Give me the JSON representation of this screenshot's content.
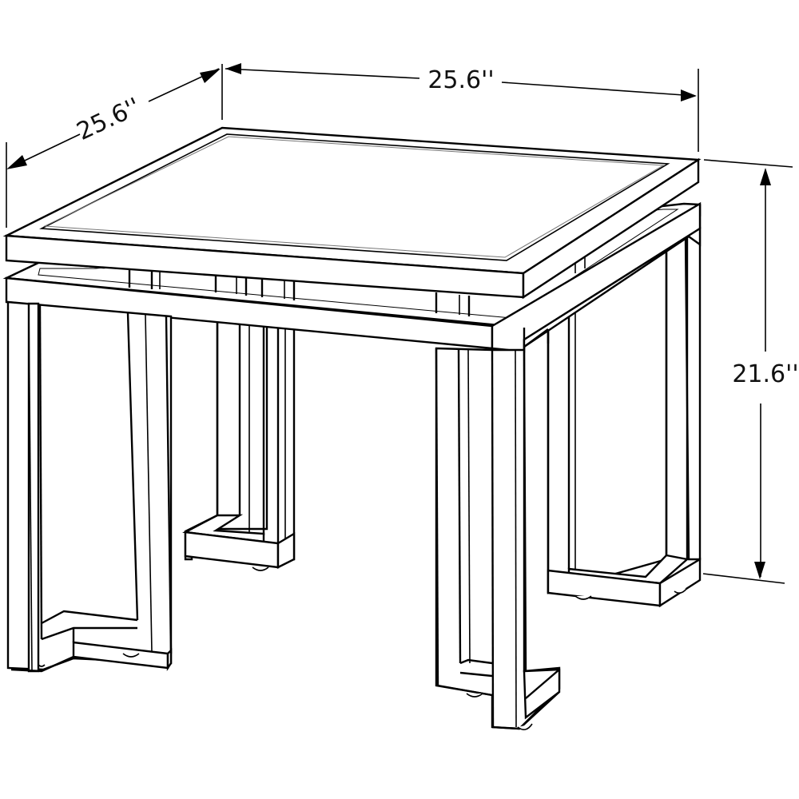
{
  "diagram": {
    "subject": "End table line drawing with dimensions",
    "line_color": "#000000",
    "background": "#ffffff",
    "dimensions": {
      "width": {
        "label": "25.6''",
        "value": 25.6,
        "unit": "in"
      },
      "depth": {
        "label": "25.6''",
        "value": 25.6,
        "unit": "in"
      },
      "height": {
        "label": "21.6''",
        "value": 21.6,
        "unit": "in"
      }
    }
  }
}
